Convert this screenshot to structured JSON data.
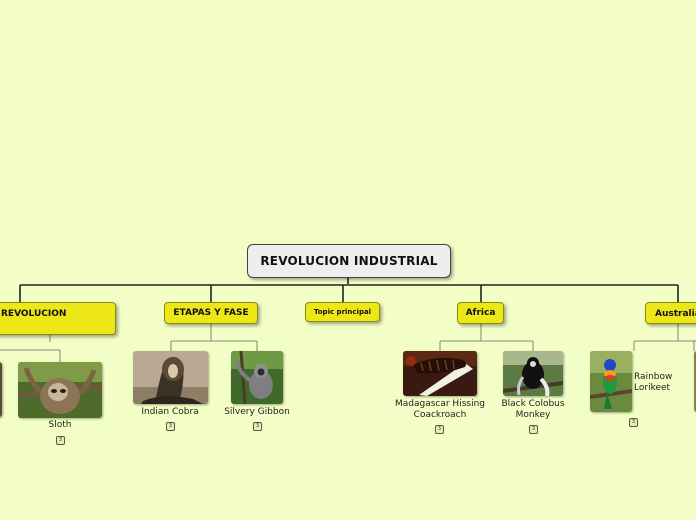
{
  "root": {
    "label": "REVOLUCION INDUSTRIAL"
  },
  "topics": {
    "t1": "REVOLUCION",
    "t2": "ETAPAS Y FASE",
    "t3": "Topic principal",
    "t4": "Africa",
    "t5": "Australia"
  },
  "items": {
    "sloth": {
      "label": "Sloth",
      "badge": "3"
    },
    "cobra": {
      "label": "Indian Cobra",
      "badge": "3"
    },
    "gibbon": {
      "label": "Silvery Gibbon",
      "badge": "3"
    },
    "cockroach": {
      "label": "Madagascar Hissing Coackroach",
      "badge": "3"
    },
    "colobus": {
      "label": "Black Colobus Monkey",
      "badge": "3"
    },
    "lorikeet": {
      "label": "Rainbow Lorikeet",
      "badge": "3"
    }
  },
  "colors": {
    "background": "#f2fec5",
    "topic_fill": "#ede718",
    "root_fill": "#eeeeee",
    "line": "#222222"
  },
  "icons": {
    "sloth": "sloth-photo-icon",
    "cobra": "cobra-photo-icon",
    "gibbon": "gibbon-photo-icon",
    "cockroach": "cockroach-photo-icon",
    "colobus": "colobus-photo-icon",
    "lorikeet": "lorikeet-photo-icon"
  }
}
